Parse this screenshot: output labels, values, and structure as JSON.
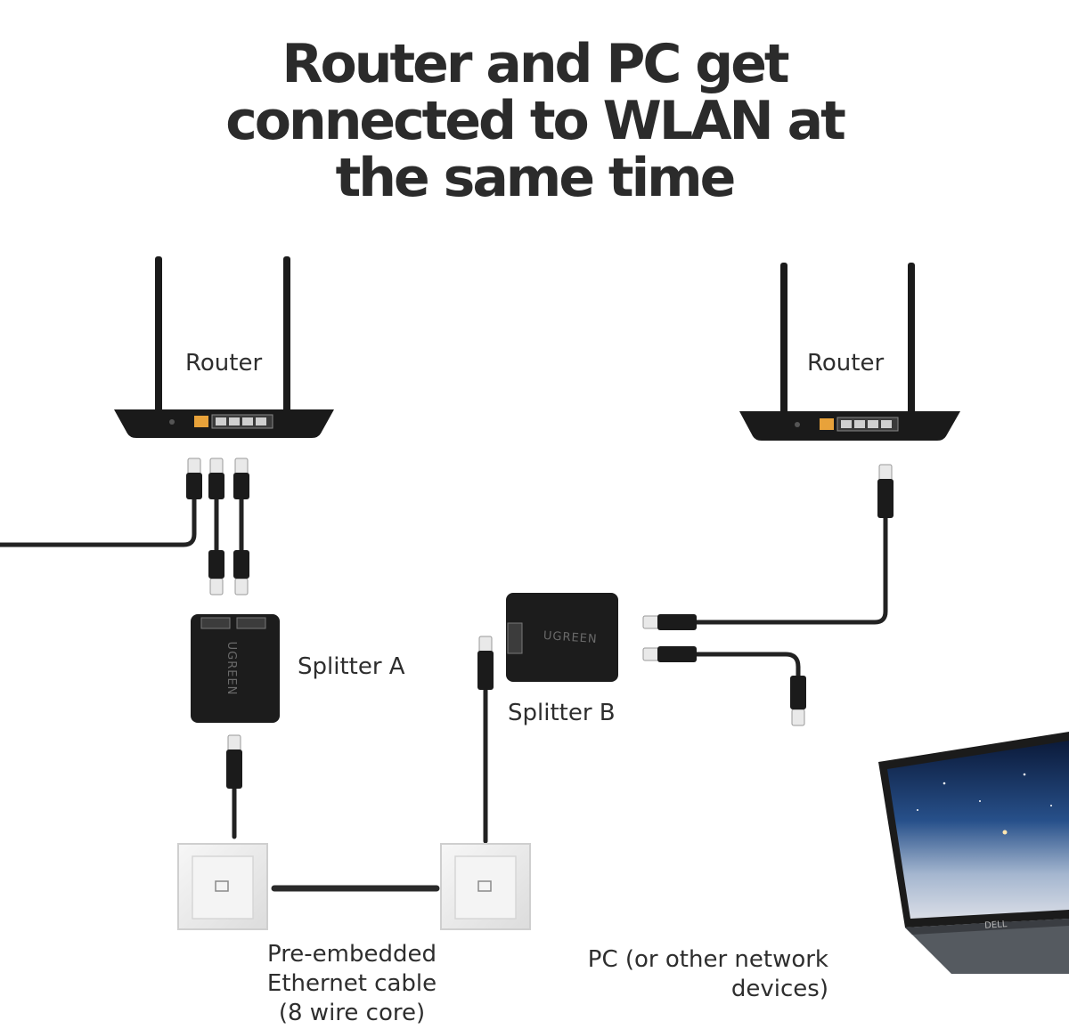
{
  "title": {
    "line1": "Router and PC get",
    "line2": "connected to WLAN at",
    "line3": "the same time"
  },
  "labels": {
    "router_left": "Router",
    "router_right": "Router",
    "splitter_a": "Splitter A",
    "splitter_b": "Splitter B",
    "cable_line1": "Pre-embedded",
    "cable_line2": "Ethernet cable",
    "cable_line3": "(8 wire core)",
    "pc_line1": "PC (or other network",
    "pc_line2": "devices)"
  },
  "branding": {
    "splitter_brand": "UGREEN",
    "laptop_brand": "DELL"
  },
  "colors": {
    "text": "#2b2b2b",
    "device": "#1a1a1a",
    "cable": "#222222",
    "wall_plate": "#eeeeee",
    "router_lan_port": "#e8a23a"
  }
}
